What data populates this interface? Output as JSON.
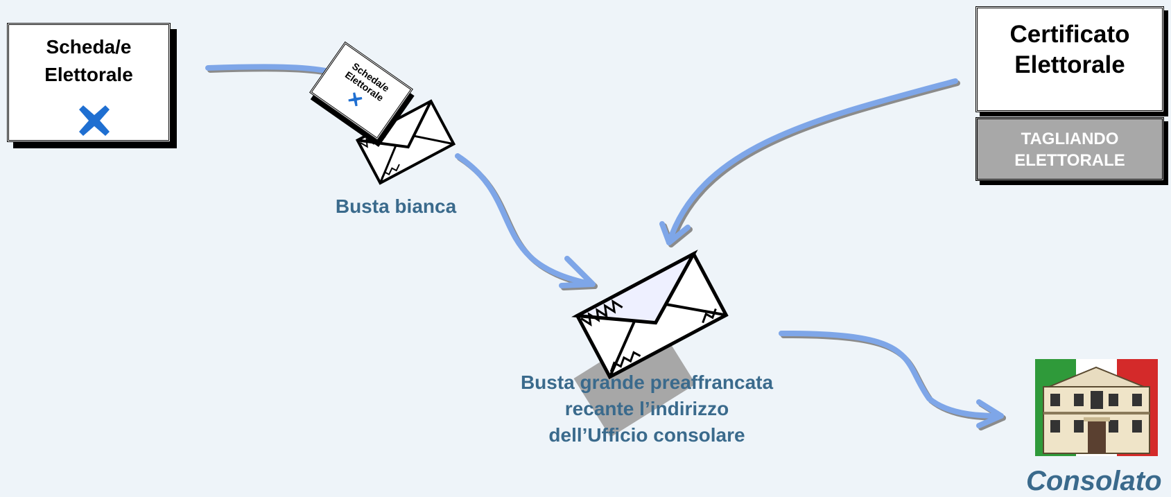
{
  "scheda_box": {
    "title_line1": "Scheda/e",
    "title_line2": "Elettorale"
  },
  "mini_card": {
    "line1": "Scheda/e",
    "line2": "Elettorale"
  },
  "certificato": {
    "line1": "Certificato",
    "line2": "Elettorale"
  },
  "tagliando": {
    "line1": "TAGLIANDO",
    "line2": "ELETTORALE"
  },
  "labels": {
    "busta_bianca": "Busta bianca",
    "busta_grande_line1": "Busta grande preaffrancata",
    "busta_grande_line2": "recante l’indirizzo",
    "busta_grande_line3": "dell’Ufficio consolare",
    "consolato": "Consolato"
  },
  "colors": {
    "arrow": "#7ea6e8",
    "arrow_shadow": "#7a7a7a",
    "cross": "#1f6fd1",
    "label": "#3a6a8c"
  }
}
